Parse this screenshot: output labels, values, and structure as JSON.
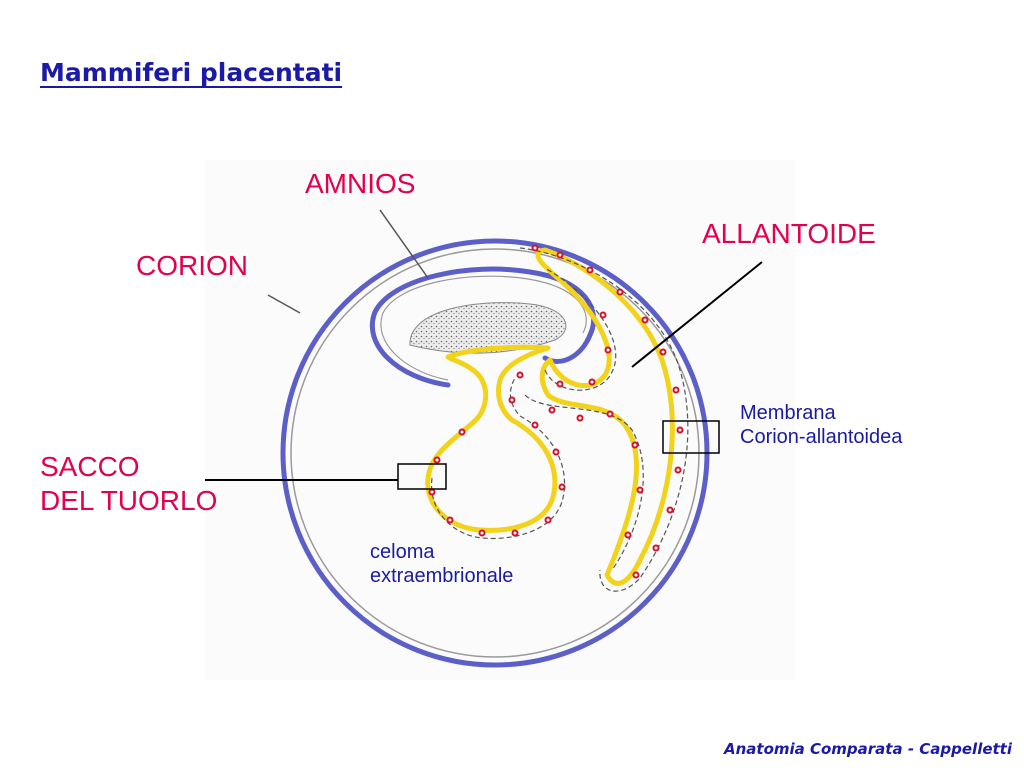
{
  "title": "Mammiferi placentati",
  "labels": {
    "amnios": "AMNIOS",
    "allantoide": "ALLANTOIDE",
    "corion": "CORION",
    "sacco_line1": "SACCO",
    "sacco_line2": "DEL TUORLO",
    "membrana_line1": "Membrana",
    "membrana_line2": "Corion-allantoidea",
    "celoma_line1": "celoma",
    "celoma_line2": "extraembrionale"
  },
  "footer": "Anatomia Comparata - Cappelletti",
  "colors": {
    "title": "#1a1aa6",
    "label_red": "#e3004f",
    "label_blue": "#1a1aa6",
    "membrane_blue": "#5b5fc7",
    "yolk_yellow": "#f2d21b",
    "vessel_red": "#d7102a"
  }
}
